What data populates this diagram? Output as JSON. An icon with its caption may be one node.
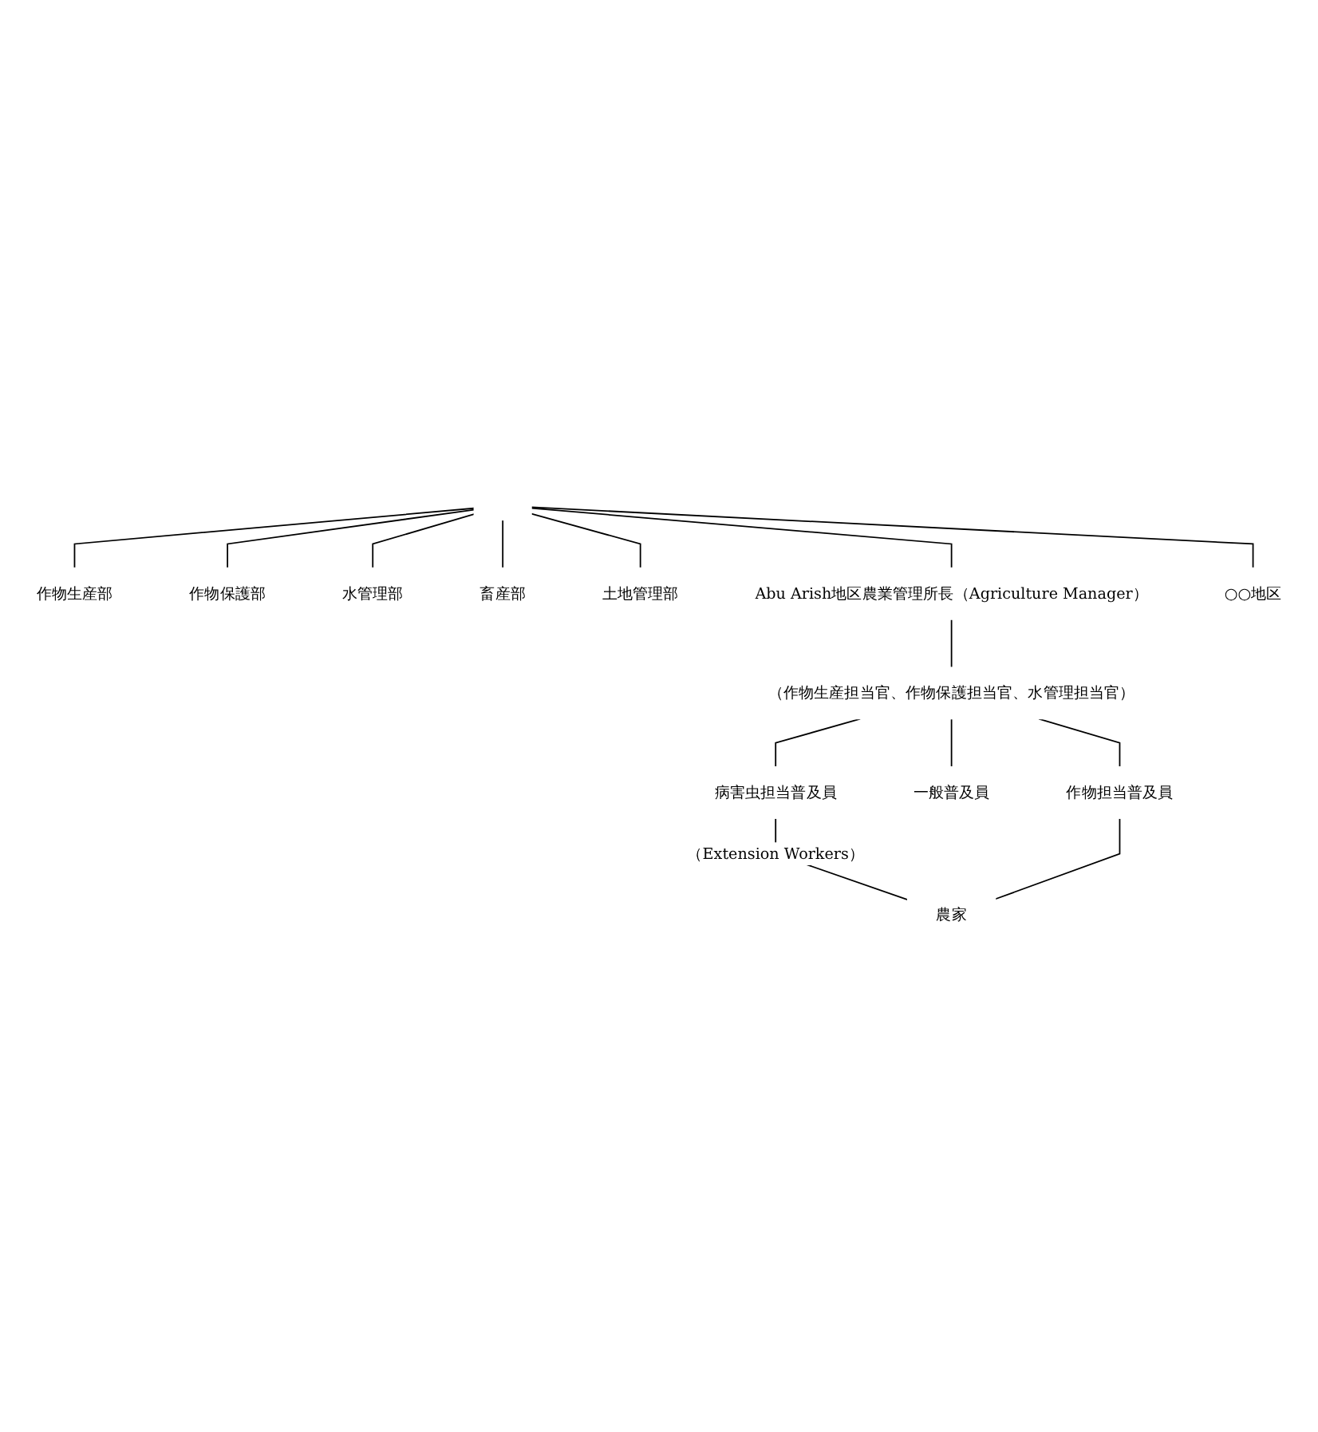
{
  "diagram": {
    "nodes": [
      {
        "text": [
          "作物生産部"
        ]
      },
      {
        "text": [
          "作物保護部"
        ]
      },
      {
        "text": [
          "水管理部"
        ]
      },
      {
        "text": [
          "畜産部"
        ]
      },
      {
        "text": [
          "土地管理部"
        ]
      },
      {
        "text": [
          "Abu Arish地区農業管理所長（Agriculture Manager）"
        ]
      },
      {
        "text": [
          "○○地区"
        ]
      },
      {
        "text": [
          "（作物生産担当官、作物保護担当官、水管理担当官）"
        ]
      },
      {
        "text": [
          "病害虫担当普及員"
        ]
      },
      {
        "text": [
          "一般普及員"
        ]
      },
      {
        "text": [
          "作物担当普及員"
        ]
      },
      {
        "text": [
          "農家"
        ]
      }
    ],
    "edges": [
      {
        "from": null,
        "to": 0,
        "arrow": "none"
      },
      {
        "from": null,
        "to": 1,
        "arrow": "none"
      },
      {
        "from": null,
        "to": 2,
        "arrow": "none"
      },
      {
        "from": null,
        "to": 3,
        "arrow": "none"
      },
      {
        "from": null,
        "to": 4,
        "arrow": "none"
      },
      {
        "from": null,
        "to": 5,
        "arrow": "none"
      },
      {
        "from": null,
        "to": 6,
        "arrow": "none"
      },
      {
        "from": 5,
        "to": 7,
        "arrow": "none"
      },
      {
        "from": 7,
        "to": 8,
        "arrow": "none"
      },
      {
        "from": 7,
        "to": 9,
        "arrow": "none"
      },
      {
        "from": 7,
        "to": 10,
        "arrow": "none"
      },
      {
        "from": 8,
        "to": 11,
        "arrow": "none",
        "label": "（Extension Workers）"
      },
      {
        "from": 10,
        "to": 11,
        "arrow": "none"
      }
    ]
  }
}
